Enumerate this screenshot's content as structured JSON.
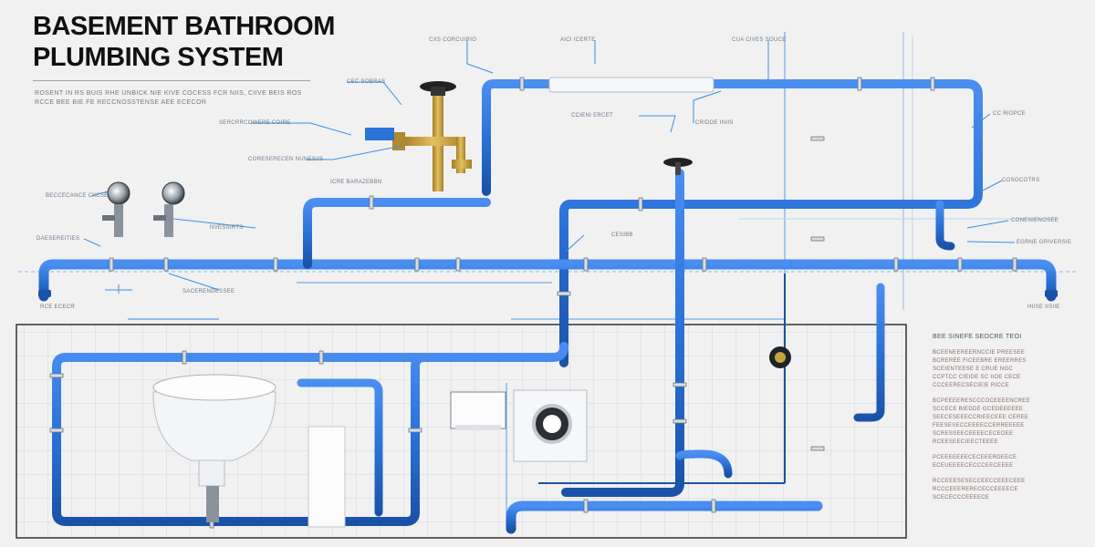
{
  "header": {
    "title_line1": "BASEMENT BATHROOM",
    "title_line2": "PLUMBING SYSTEM"
  },
  "intro_lines": [
    "ROSENT IN RS BUIS RHE UNBICK NIE KIVE COCESS FCR NIIS, CIIVE BEIS ROS",
    "RCCE BEE BIE FE RECCNOSSTENSE AEE ECECOR"
  ],
  "callouts": [
    {
      "text": "CXS CORCUIRIO"
    },
    {
      "text": "AICI ICERTE"
    },
    {
      "text": "CEC SOBRAS"
    },
    {
      "text": "CUA CIVES SOUCE"
    },
    {
      "text": "SERCRRCOWERE COIRE"
    },
    {
      "text": "CORESERECEN NUNESIIS"
    },
    {
      "text": "CCIENI ERCET"
    },
    {
      "text": "CRIDDE INIIS"
    },
    {
      "text": "ICRE BARAZEBBN"
    },
    {
      "text": "CC RIOPCE"
    },
    {
      "text": "BECCECANCE CIICSE"
    },
    {
      "text": "DAESEREITIES"
    },
    {
      "text": "NVESSIRTS"
    },
    {
      "text": "SACERENDESSEE"
    },
    {
      "text": "CESIBB"
    },
    {
      "text": "COSOCOTRS"
    },
    {
      "text": "CONENIENOSEE"
    },
    {
      "text": "EGRNE GRIVERSIE"
    }
  ],
  "edge_labels": {
    "left": "RCE ECECR",
    "right": "HIISE IISIIE"
  },
  "side_panel": {
    "heading": "BEE SINEFE SEOCRE TEOI",
    "block1": [
      "BCEENEEREERNCCIE PREESEE",
      "BCREREE FICEEBRE EREERRES",
      "SCEIENTEESE E CRUE NGC",
      "CCPTCC CIEIDE SC IIOE CECE",
      "CCCEERECSECIEIE RICCE"
    ],
    "block2": [
      "BCPEEEERESCCCOCEEEENCREE",
      "SCCECE BIEDDE GCEDEEEEEE",
      "SEECESEEECCRIEECEEE CEREE",
      "FEESESECCEEEECCERREEEEE",
      "SCRESSEECEEEECECEOEE",
      "RCEESEECIEECTEEEE"
    ],
    "block3": [
      "PCEEEEEEECECEEERDEECE",
      "ECEUEEEECECCCEECEEEE"
    ],
    "block4": [
      "RCCEEESESECCEECCEEECEEE",
      "RCCCEEERERECECCEEEECE",
      "SCECECCCEEEECE"
    ]
  },
  "colors": {
    "pipe": "#2a72d8",
    "pipe_dark": "#1a52a8",
    "brass": "#c9a13e",
    "grid": "#cfd6e0",
    "callout_line": "#3a8ee0"
  }
}
